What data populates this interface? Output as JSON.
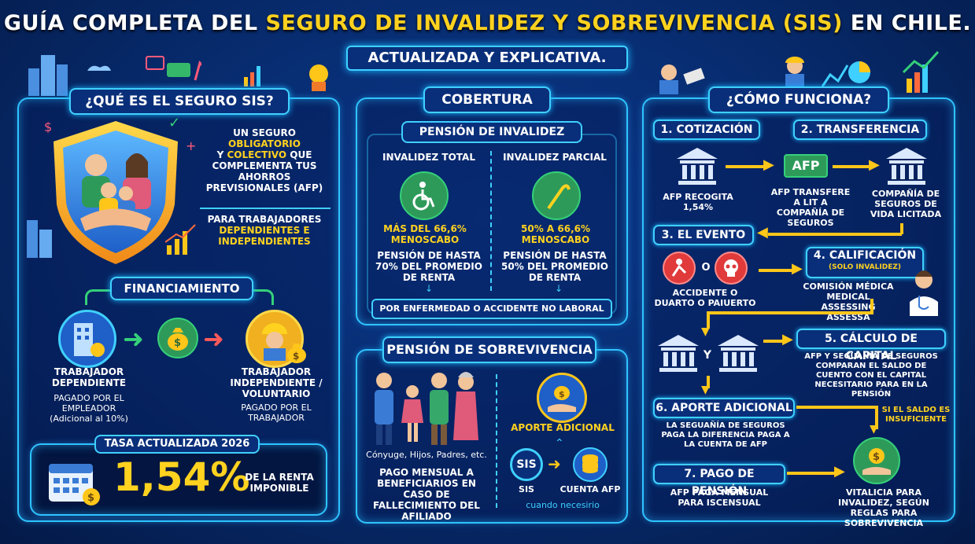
{
  "header": {
    "title_pre": "GUÍA COMPLETA DEL ",
    "title_hl": "SEGURO DE INVALIDEZ Y SOBREVIVENCIA (SIS)",
    "title_post": " EN CHILE.",
    "subtitle": "ACTUALIZADA Y EXPLICATIVA."
  },
  "que_es": {
    "heading": "¿QUÉ ES EL SEGURO SIS?",
    "line1": "UN SEGURO",
    "line2": "OBLIGATORIO",
    "line3a": "Y",
    "line3b": "COLECTIVO",
    "line3c": " QUE",
    "line4": "COMPLEMENTA TUS AHORROS PREVISIONALES (AFP)",
    "para_line1": "PARA TRABAJADORES",
    "para_line2": "DEPENDIENTES E INDEPENDIENTES"
  },
  "financiamiento": {
    "heading": "FINANCIAMIENTO",
    "dep_title": "TRABAJADOR DEPENDIENTE",
    "dep_desc": "PAGADO POR EL EMPLEADOR (Adicional al 10%)",
    "ind_title": "TRABAJADOR INDEPENDIENTE / VOLUNTARIO",
    "ind_desc": "PAGADO POR EL TRABAJADOR"
  },
  "tasa": {
    "heading": "TASA ACTUALIZADA 2026",
    "value": "1,54%",
    "desc": "DE LA RENTA IMPONIBLE"
  },
  "cobertura": {
    "heading": "COBERTURA",
    "invalidez_heading": "PENSIÓN DE INVALIDEZ",
    "total_label": "INVALIDEZ TOTAL",
    "total_pct": "MÁS DEL 66,6% MENOSCABO",
    "total_desc": "PENSIÓN DE HASTA 70% DEL PROMEDIO DE RENTA",
    "parcial_label": "INVALIDEZ PARCIAL",
    "parcial_pct": "50% A 66,6% MENOSCABO",
    "parcial_desc": "PENSIÓN DE HASTA 50% DEL PROMEDIO DE RENTA",
    "footer": "POR ENFERMEDAD O ACCIDENTE NO LABORAL"
  },
  "sobrevivencia": {
    "heading": "PENSIÓN DE SOBREVIVENCIA",
    "family_caption": "Cónyuge, Hijos, Padres, etc.",
    "desc": "PAGO MENSUAL A BENEFICIARIOS EN CASO DE FALLECIMIENTO DEL AFILIADO",
    "aporte": "APORTE ADICIONAL",
    "sis": "SIS",
    "sis_label": "SIS",
    "cuenta": "CUENTA AFP",
    "cuando": "cuando necesirio"
  },
  "funciona": {
    "heading": "¿CÓMO FUNCIONA?",
    "s1": "1. COTIZACIÓN",
    "s1_desc": "AFP RECOGITA 1,54%",
    "s2": "2. TRANSFERENCIA",
    "afp": "AFP",
    "s2_desc": "AFP TRANSFERE A LIT A COMPAÑÍA DE SEGUROS",
    "s2b_desc": "COMPAÑÍA DE SEGUROS DE VIDA LICITADA",
    "s3": "3. EL EVENTO",
    "o": "O",
    "s3_desc": "ACCIDENTE O DUARTO O PAIUERTO",
    "s4": "4. CALIFICACIÓN",
    "s4_sub": "(SOLO INVALIDEZ)",
    "s4_desc": "COMISIÓN MÉDICA MEDICAL ASSESSING ASSESSA",
    "y": "Y",
    "s5": "5. CÁLCULO DE CAPITAL",
    "s5_desc": "AFP Y SEGUAÑÍA DE SEGUROS COMPARAN EL SALDO DE CUENTO CON EL CAPITAL NECESITARIO PARA EN LA PENSIÓN",
    "s6": "6. APORTE ADICIONAL",
    "s6_desc": "LA SEGUAÑÍA DE SEGUROS PAGA LA DIFERENCIA PAGA A LA CUENTA DE AFP",
    "s6_note": "SI EL SALDO ES INSUFICIENTE",
    "s7": "7. PAGO DE PENSIÓN",
    "s7_desc": "AFP PAGA MENSUAL PARA ISCENSUAL",
    "s7_right": "VITALICIA PARA INVALIDEZ, SEGÚN REGLAS PARA SOBREVIVENCIA"
  },
  "colors": {
    "accent": "#3fd0ff",
    "yellow": "#ffd21f",
    "bg": "#072a6b"
  }
}
